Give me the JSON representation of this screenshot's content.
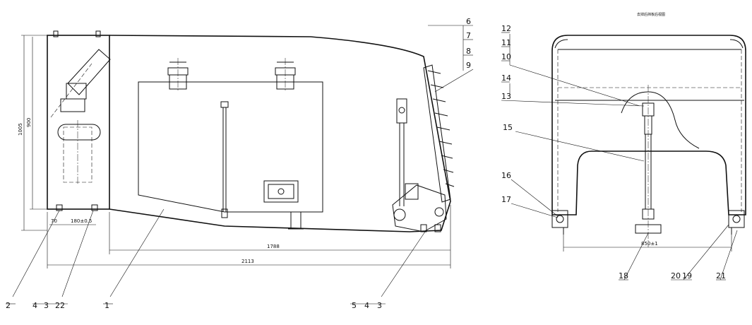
{
  "side_view": {
    "dims": {
      "overall_height": "1005",
      "inner_height": "900",
      "small_70": "70",
      "small_180": "180±0.5",
      "length_1788": "1788",
      "length_2113": "2113"
    },
    "labels": {
      "p6": "6",
      "p7": "7",
      "p8": "8",
      "p9": "9",
      "p2": "2",
      "p4a": "4",
      "p3a": "3",
      "p22": "22",
      "p1": "1",
      "p5": "5",
      "p4b": "4",
      "p3b": "3"
    }
  },
  "front_view": {
    "title": "去掉后挡板后视图",
    "dims": {
      "width_850": "850±1"
    },
    "labels": {
      "p12": "12",
      "p11": "11",
      "p10": "10",
      "p14": "14",
      "p13": "13",
      "p15": "15",
      "p16": "16",
      "p17": "17",
      "p18": "18",
      "p20": "20",
      "p19": "19",
      "p21": "21"
    }
  }
}
